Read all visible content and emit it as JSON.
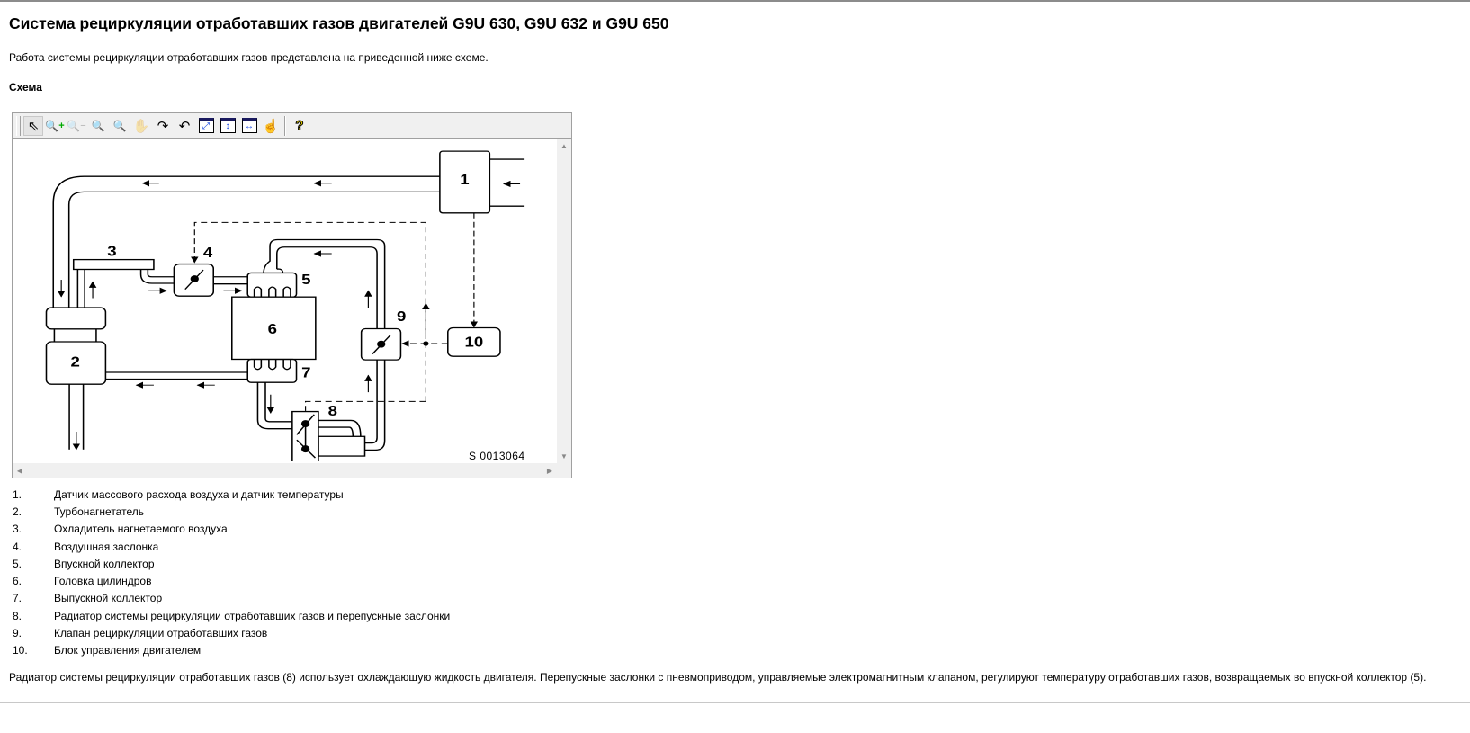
{
  "page": {
    "title": "Система рециркуляции отработавших газов двигателей G9U 630, G9U 632 и G9U 650",
    "intro": "Работа системы рециркуляции отработавших газов представлена на приведенной ниже схеме.",
    "section_label": "Схема",
    "outro": "Радиатор системы рециркуляции отработавших газов (8) использует охлаждающую жидкость двигателя. Перепускные заслонки с пневмоприводом, управляемые электромагнитным клапаном, регулируют температуру отработавших газов, возвращаемых во впускной коллектор (5)."
  },
  "viewer": {
    "toolbar": [
      {
        "name": "select-pointer",
        "glyph": "⇖"
      },
      {
        "name": "zoom-in",
        "glyph": "🔍"
      },
      {
        "name": "zoom-out",
        "glyph": "🔍"
      },
      {
        "name": "zoom",
        "glyph": "🔍"
      },
      {
        "name": "zoom-window",
        "glyph": "🔍"
      },
      {
        "name": "pan-hand",
        "glyph": "✋"
      },
      {
        "name": "rotate-clockwise",
        "glyph": "↷"
      },
      {
        "name": "rotate-counterclockwise",
        "glyph": "↶"
      },
      {
        "name": "fit-all",
        "glyph": "⤢"
      },
      {
        "name": "fit-height",
        "glyph": "↕"
      },
      {
        "name": "fit-width",
        "glyph": "↔"
      },
      {
        "name": "highlight-hotspots",
        "glyph": "☝"
      },
      {
        "name": "help",
        "glyph": "?"
      }
    ],
    "diagram": {
      "labels": [
        "1",
        "2",
        "3",
        "4",
        "5",
        "6",
        "7",
        "8",
        "9",
        "10"
      ],
      "reference": "S 0013064"
    }
  },
  "legend": [
    {
      "num": "1.",
      "text": "Датчик массового расхода воздуха и датчик температуры"
    },
    {
      "num": "2.",
      "text": "Турбонагнетатель"
    },
    {
      "num": "3.",
      "text": "Охладитель нагнетаемого воздуха"
    },
    {
      "num": "4.",
      "text": "Воздушная заслонка"
    },
    {
      "num": "5.",
      "text": "Впускной коллектор"
    },
    {
      "num": "6.",
      "text": "Головка цилиндров"
    },
    {
      "num": "7.",
      "text": "Выпускной коллектор"
    },
    {
      "num": "8.",
      "text": "Радиатор системы рециркуляции отработавших газов и перепускные заслонки"
    },
    {
      "num": "9.",
      "text": "Клапан рециркуляции отработавших газов"
    },
    {
      "num": "10.",
      "text": "Блок управления двигателем"
    }
  ]
}
